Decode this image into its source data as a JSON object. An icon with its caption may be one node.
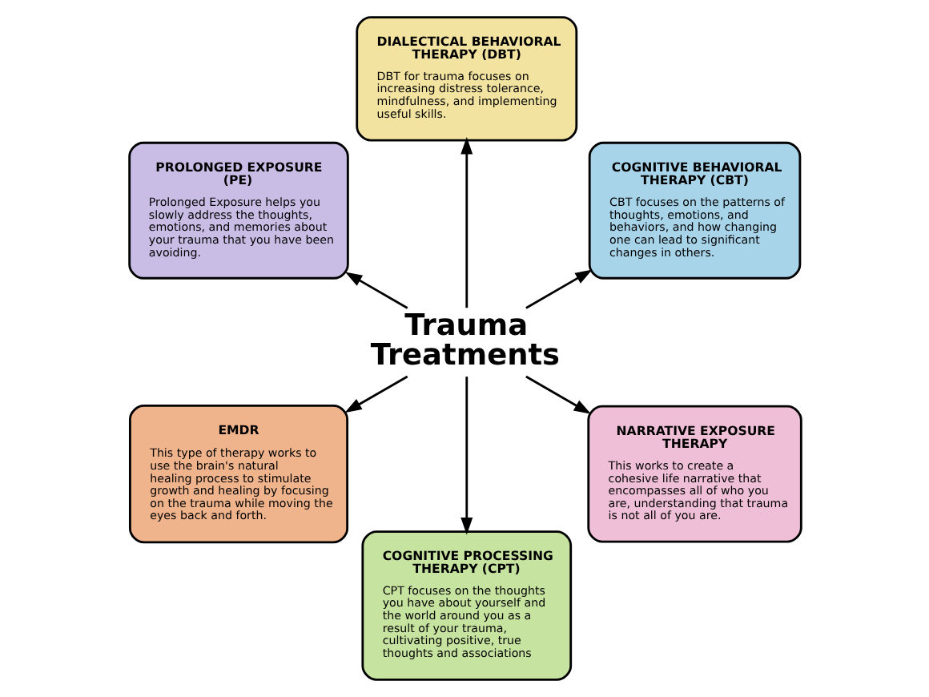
{
  "diagram": {
    "nodes": [
      {
        "text": [
          "Trauma Treatments"
        ]
      },
      {
        "text": [
          "COGNITIVE BEHAVIORAL THERAPY (CBT)",
          "CBT focuses on the patterns of thoughts, emotions, and behaviors, and how changing one can lead to significant changes in others."
        ]
      },
      {
        "text": [
          "DIALECTICAL BEHAVIORAL THERAPY (DBT)",
          "DBT for trauma focuses on increasing distress tolerance, mindfulness, and implementing useful skills."
        ]
      },
      {
        "text": [
          "PROLONGED EXPOSURE (PE)",
          "Prolonged Exposure helps you slowly address the thoughts, emotions, and memories about your trauma that you have been avoiding."
        ]
      },
      {
        "text": [
          "EMDR",
          "This type of therapy works to use the brain's natural healing process to stimulate growth and healing by focusing on the trauma while moving the eyes back and forth."
        ]
      },
      {
        "text": [
          "COGNITIVE PROCESSING THERAPY (CPT)",
          "CPT focuses on the thoughts you have about yourself and the world around you as a result of your trauma, cultivating positive, true thoughts and associations"
        ]
      },
      {
        "text": [
          "NARRATIVE EXPOSURE THERAPY",
          "This works to create a cohesive life narrative that encompasses all of who you are, understanding that trauma is not all of you are."
        ]
      }
    ],
    "edges": [
      {
        "from": 0,
        "to": 1,
        "arrow": "to"
      },
      {
        "from": 0,
        "to": 2,
        "arrow": "to"
      },
      {
        "from": 0,
        "to": 3,
        "arrow": "to"
      },
      {
        "from": 0,
        "to": 4,
        "arrow": "to"
      },
      {
        "from": 0,
        "to": 5,
        "arrow": "to"
      },
      {
        "from": 0,
        "to": 6,
        "arrow": "to"
      }
    ]
  }
}
